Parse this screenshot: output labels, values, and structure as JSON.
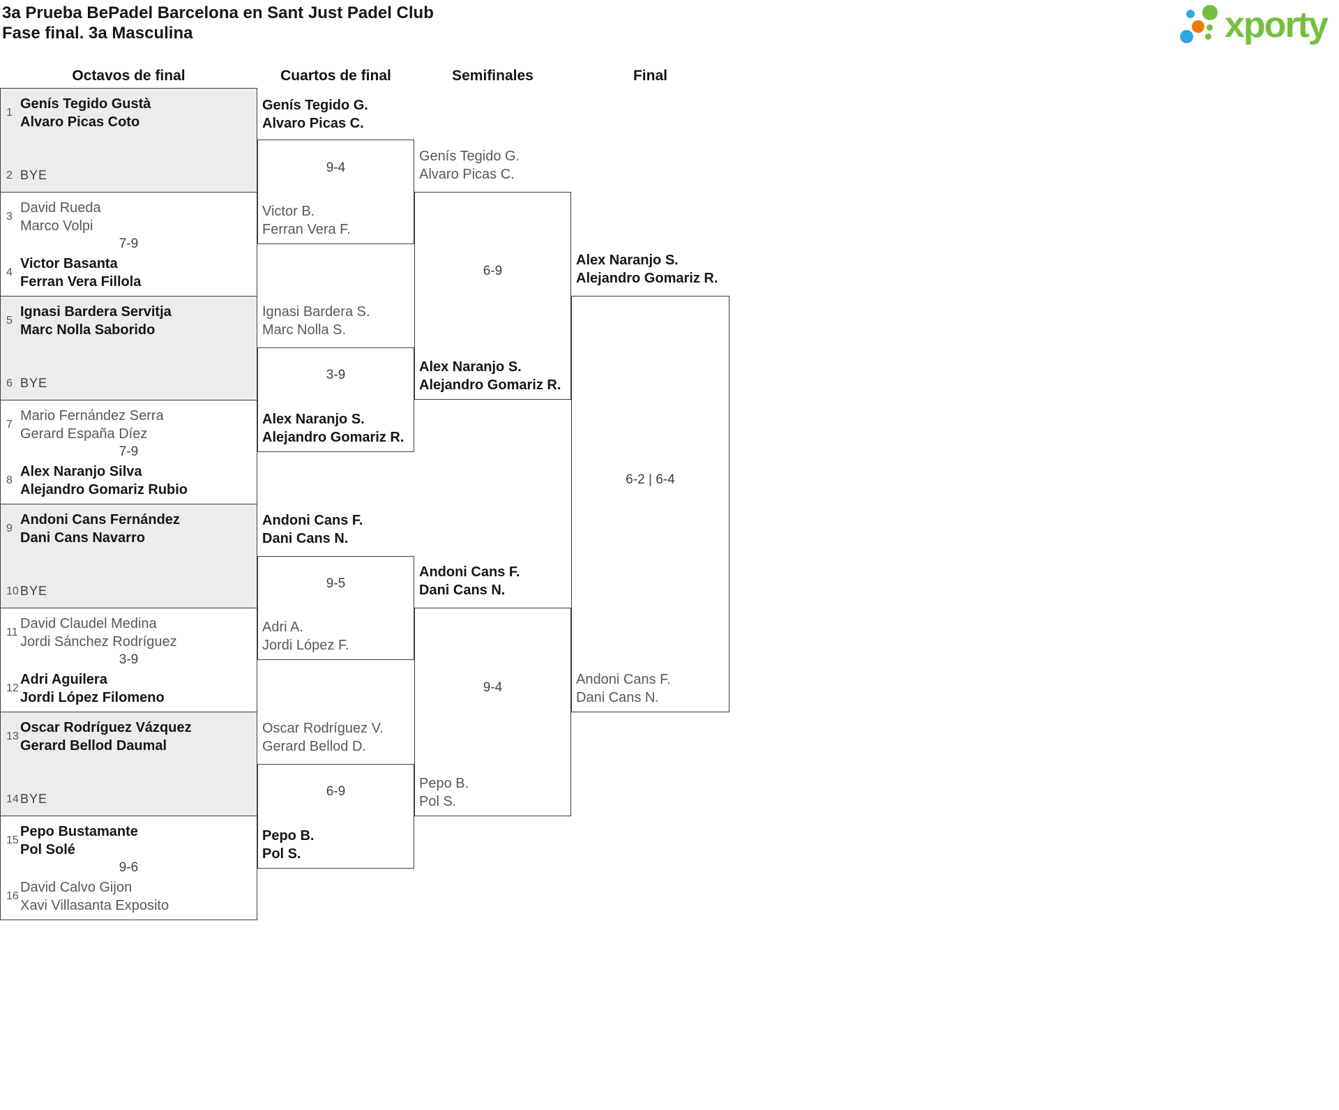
{
  "header": {
    "title_line1": "3a Prueba BePadel Barcelona en Sant Just Padel Club",
    "title_line2": "Fase final. 3a Masculina",
    "logo_text": "xporty",
    "logo_colors": {
      "green": "#76BF3E",
      "blue": "#2FA8E0",
      "orange": "#EC7A08"
    }
  },
  "round_headers": [
    "Octavos de final",
    "Cuartos de final",
    "Semifinales",
    "Final"
  ],
  "octavos": {
    "blocks": [
      {
        "type": "bye",
        "shaded": true,
        "team": {
          "seed": "1",
          "line1": "Genís Tegido Gustà",
          "line2": "Alvaro Picas Coto",
          "winner": true
        },
        "bye": {
          "seed": "2",
          "label": "BYE"
        }
      },
      {
        "type": "match",
        "shaded": false,
        "team1": {
          "seed": "3",
          "line1": "David Rueda",
          "line2": "Marco Volpi",
          "winner": false
        },
        "score": "7-9",
        "team2": {
          "seed": "4",
          "line1": "Victor Basanta",
          "line2": "Ferran Vera Fillola",
          "winner": true
        }
      },
      {
        "type": "bye",
        "shaded": true,
        "team": {
          "seed": "5",
          "line1": "Ignasi Bardera Servitja",
          "line2": "Marc Nolla Saborido",
          "winner": true
        },
        "bye": {
          "seed": "6",
          "label": "BYE"
        }
      },
      {
        "type": "match",
        "shaded": false,
        "team1": {
          "seed": "7",
          "line1": "Mario Fernández Serra",
          "line2": "Gerard España Díez",
          "winner": false
        },
        "score": "7-9",
        "team2": {
          "seed": "8",
          "line1": "Alex Naranjo Silva",
          "line2": "Alejandro Gomariz Rubio",
          "winner": true
        }
      },
      {
        "type": "bye",
        "shaded": true,
        "team": {
          "seed": "9",
          "line1": "Andoni Cans Fernández",
          "line2": "Dani Cans Navarro",
          "winner": true
        },
        "bye": {
          "seed": "10",
          "label": "BYE"
        }
      },
      {
        "type": "match",
        "shaded": false,
        "team1": {
          "seed": "11",
          "line1": "David Claudel Medina",
          "line2": "Jordi Sánchez Rodríguez",
          "winner": false
        },
        "score": "3-9",
        "team2": {
          "seed": "12",
          "line1": "Adri Aguilera",
          "line2": "Jordi López Filomeno",
          "winner": true
        }
      },
      {
        "type": "bye",
        "shaded": true,
        "team": {
          "seed": "13",
          "line1": "Oscar Rodríguez Vázquez",
          "line2": "Gerard Bellod Daumal",
          "winner": true
        },
        "bye": {
          "seed": "14",
          "label": "BYE"
        }
      },
      {
        "type": "match",
        "shaded": false,
        "team1": {
          "seed": "15",
          "line1": "Pepo Bustamante",
          "line2": "Pol Solé",
          "winner": true
        },
        "score": "9-6",
        "team2": {
          "seed": "16",
          "line1": "David Calvo Gijon",
          "line2": "Xavi Villasanta Exposito",
          "winner": false
        }
      }
    ]
  },
  "cuartos": [
    {
      "team1": {
        "line1": "Genís Tegido G.",
        "line2": "Alvaro Picas C.",
        "winner": true
      },
      "score": "9-4",
      "team2": {
        "line1": "Victor B.",
        "line2": "Ferran Vera F.",
        "winner": false
      }
    },
    {
      "team1": {
        "line1": "Ignasi Bardera S.",
        "line2": "Marc Nolla S.",
        "winner": false
      },
      "score": "3-9",
      "team2": {
        "line1": "Alex Naranjo S.",
        "line2": "Alejandro Gomariz R.",
        "winner": true
      }
    },
    {
      "team1": {
        "line1": "Andoni Cans F.",
        "line2": "Dani Cans N.",
        "winner": true
      },
      "score": "9-5",
      "team2": {
        "line1": "Adri A.",
        "line2": "Jordi López F.",
        "winner": false
      }
    },
    {
      "team1": {
        "line1": "Oscar Rodríguez V.",
        "line2": "Gerard Bellod D.",
        "winner": false
      },
      "score": "6-9",
      "team2": {
        "line1": "Pepo B.",
        "line2": "Pol S.",
        "winner": true
      }
    }
  ],
  "semifinales": [
    {
      "team1": {
        "line1": "Genís Tegido G.",
        "line2": "Alvaro Picas C.",
        "winner": false
      },
      "score": "6-9",
      "team2": {
        "line1": "Alex Naranjo S.",
        "line2": "Alejandro Gomariz R.",
        "winner": true
      }
    },
    {
      "team1": {
        "line1": "Andoni Cans F.",
        "line2": "Dani Cans N.",
        "winner": true
      },
      "score": "9-4",
      "team2": {
        "line1": "Pepo B.",
        "line2": "Pol S.",
        "winner": false
      }
    }
  ],
  "final": {
    "team1": {
      "line1": "Alex Naranjo S.",
      "line2": "Alejandro Gomariz R.",
      "winner": true
    },
    "score": "6-2 | 6-4",
    "team2": {
      "line1": "Andoni Cans F.",
      "line2": "Dani Cans N.",
      "winner": false
    }
  }
}
